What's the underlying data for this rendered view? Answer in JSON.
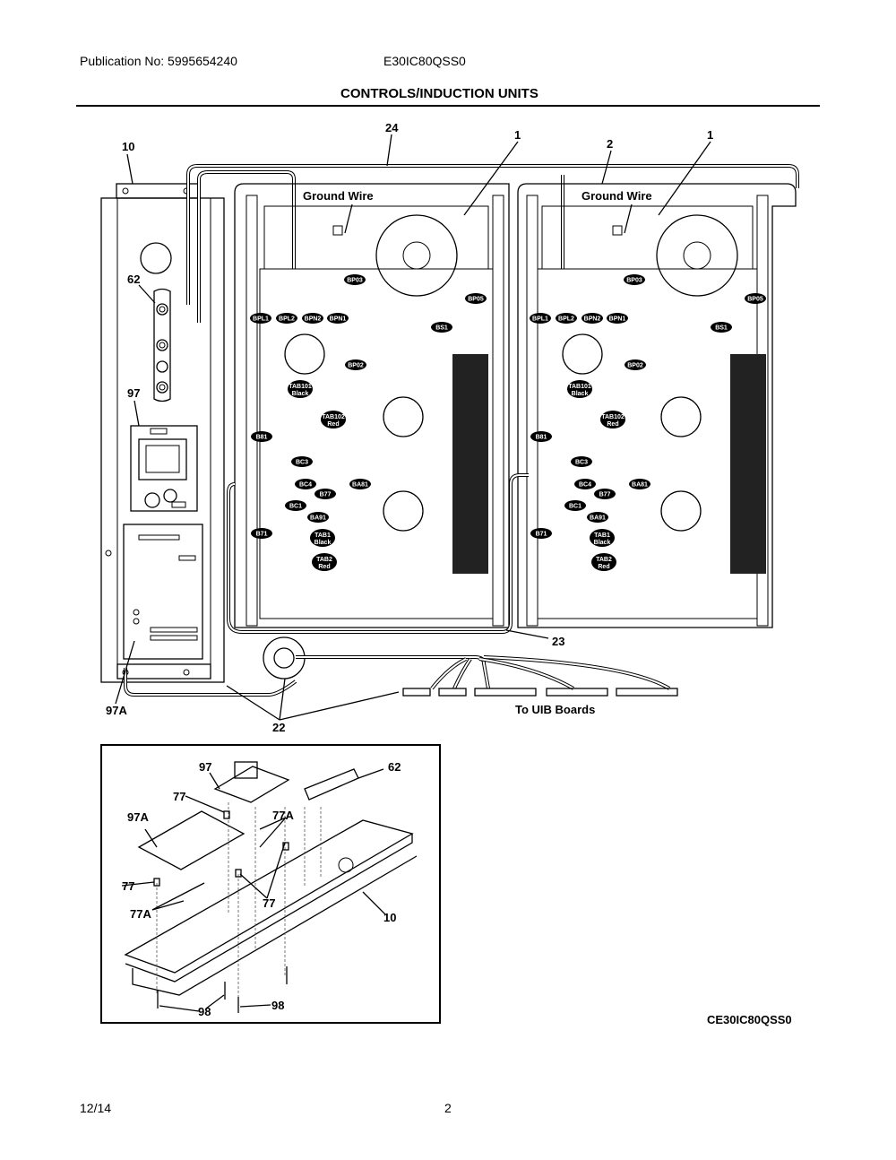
{
  "header": {
    "publication": "Publication No: 5995654240",
    "model": "E30IC80QSS0",
    "section_title": "CONTROLS/INDUCTION UNITS"
  },
  "diagram": {
    "callouts": {
      "c10": "10",
      "c24": "24",
      "c1a": "1",
      "c2": "2",
      "c1b": "1",
      "c62": "62",
      "c97": "97",
      "c97a": "97A",
      "c22": "22",
      "c23": "23"
    },
    "ground_wire_label": "Ground Wire",
    "uib_label": "To UIB Boards",
    "board_tags": [
      {
        "id": "bp03",
        "text": "BP03"
      },
      {
        "id": "bp05",
        "text": "BP05"
      },
      {
        "id": "bpl1",
        "text": "BPL1"
      },
      {
        "id": "bpl2",
        "text": "BPL2"
      },
      {
        "id": "bpn2",
        "text": "BPN2"
      },
      {
        "id": "bpn1",
        "text": "BPN1"
      },
      {
        "id": "bs1",
        "text": "BS1"
      },
      {
        "id": "bp02",
        "text": "BP02"
      },
      {
        "id": "tab101",
        "text": "TAB101",
        "sub": "Black"
      },
      {
        "id": "tab102",
        "text": "TAB102",
        "sub": "Red"
      },
      {
        "id": "b81",
        "text": "B81"
      },
      {
        "id": "bc3",
        "text": "BC3"
      },
      {
        "id": "bc4",
        "text": "BC4"
      },
      {
        "id": "b77",
        "text": "B77"
      },
      {
        "id": "ba81",
        "text": "BA81"
      },
      {
        "id": "bc1",
        "text": "BC1"
      },
      {
        "id": "ba91",
        "text": "BA91"
      },
      {
        "id": "b71",
        "text": "B71"
      },
      {
        "id": "tab1",
        "text": "TAB1",
        "sub": "Black"
      },
      {
        "id": "tab2",
        "text": "TAB2",
        "sub": "Red"
      }
    ]
  },
  "inset": {
    "callouts": {
      "c97": "97",
      "c62": "62",
      "c77a": "77",
      "c97a": "97A",
      "c77a_1": "77A",
      "c77b": "77",
      "c77a_2": "77A",
      "c77c": "77",
      "c10": "10",
      "c98a": "98",
      "c98b": "98"
    }
  },
  "footer": {
    "diagram_code": "CE30IC80QSS0",
    "date": "12/14",
    "page": "2"
  }
}
